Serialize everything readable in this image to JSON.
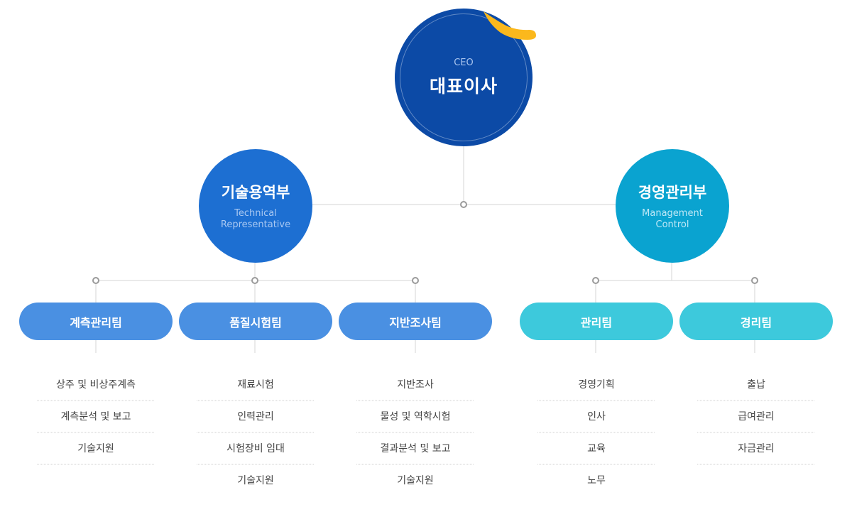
{
  "ceo": {
    "label_en": "CEO",
    "label_ko": "대표이사",
    "color": "#0c4aa6",
    "accent": "#fbb81c"
  },
  "divisions": {
    "technical": {
      "name_ko": "기술용역부",
      "name_en_1": "Technical",
      "name_en_2": "Representative",
      "color": "#1d6fd2"
    },
    "management": {
      "name_ko": "경영관리부",
      "name_en_1": "Management",
      "name_en_2": "Control",
      "color": "#0aa3d0"
    }
  },
  "teams": [
    {
      "name": "계측관리팀",
      "duties": [
        "상주 및 비상주계측",
        "계측분석 및 보고",
        "기술지원"
      ]
    },
    {
      "name": "품질시험팀",
      "duties": [
        "재료시험",
        "인력관리",
        "시험장비 임대",
        "기술지원"
      ]
    },
    {
      "name": "지반조사팀",
      "duties": [
        "지반조사",
        "물성 및 역학시험",
        "결과분석 및 보고",
        "기술지원"
      ]
    },
    {
      "name": "관리팀",
      "duties": [
        "경영기획",
        "인사",
        "교육",
        "노무"
      ]
    },
    {
      "name": "경리팀",
      "duties": [
        "출납",
        "급여관리",
        "자금관리"
      ]
    }
  ],
  "colors": {
    "team_blue": "#4a90e2",
    "team_cyan": "#3dc9dc",
    "line": "#d6d6d6",
    "node": "#9a9a9a"
  }
}
